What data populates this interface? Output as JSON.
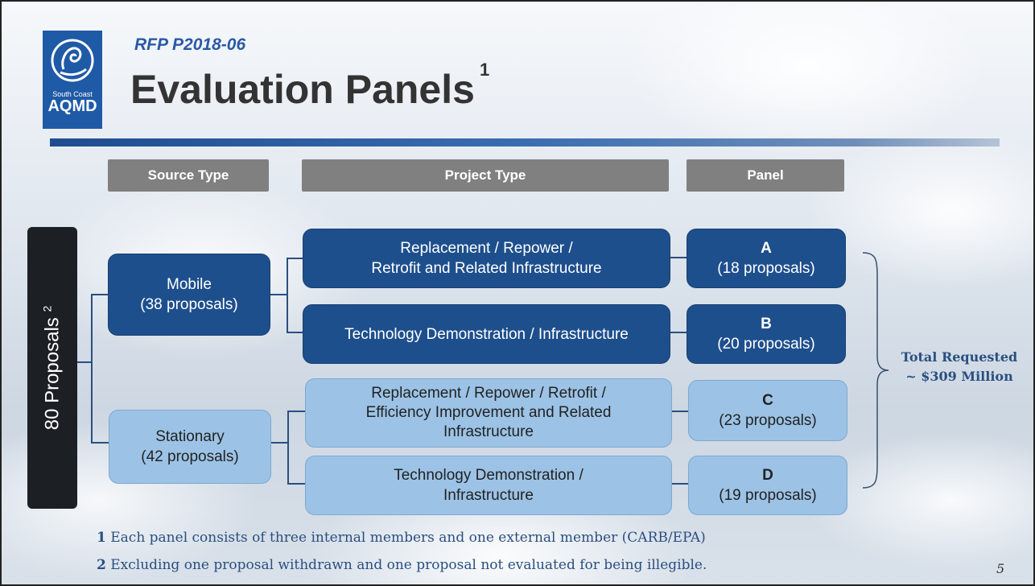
{
  "logo": {
    "line1": "South Coast",
    "line2": "AQMD"
  },
  "rfp": "RFP P2018-06",
  "title": "Evaluation Panels",
  "title_sup": "1",
  "headers": {
    "source": "Source Type",
    "project": "Project Type",
    "panel": "Panel"
  },
  "total_bar": {
    "label": "80 Proposals",
    "sup": "2"
  },
  "sources": {
    "mobile": {
      "name": "Mobile",
      "count": "(38 proposals)"
    },
    "stationary": {
      "name": "Stationary",
      "count": "(42 proposals)"
    }
  },
  "projects": {
    "a": [
      "Replacement / Repower /",
      "Retrofit and Related Infrastructure"
    ],
    "b": [
      "Technology Demonstration / Infrastructure"
    ],
    "c": [
      "Replacement / Repower / Retrofit /",
      "Efficiency Improvement and Related",
      "Infrastructure"
    ],
    "d": [
      "Technology Demonstration /",
      "Infrastructure"
    ]
  },
  "panels": {
    "a": {
      "letter": "A",
      "count": "(18 proposals)"
    },
    "b": {
      "letter": "B",
      "count": "(20 proposals)"
    },
    "c": {
      "letter": "C",
      "count": "(23 proposals)"
    },
    "d": {
      "letter": "D",
      "count": "(19 proposals)"
    }
  },
  "total_requested": [
    "Total Requested",
    "~ $309 Million"
  ],
  "footnotes": [
    {
      "num": "1",
      "text": "Each panel consists of three internal members and one external member (CARB/EPA)"
    },
    {
      "num": "2",
      "text": "Excluding one proposal withdrawn and one proposal not evaluated for being illegible."
    }
  ],
  "page_number": "5",
  "colors": {
    "dark_box": "#1e4f8d",
    "light_box": "#9cc3e6",
    "header": "#808080",
    "accent": "#2b59a6"
  }
}
